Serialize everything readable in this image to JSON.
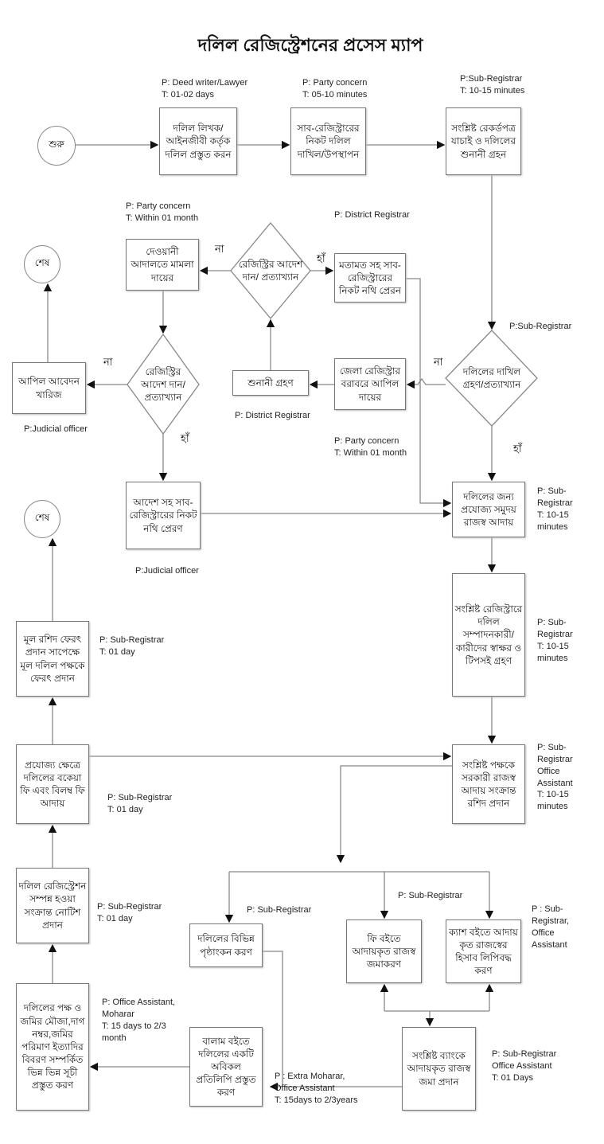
{
  "title": "দলিল রেজিস্ট্রেশনের প্রসেস ম্যাপ",
  "start": "শুরু",
  "end_1": "শেষ",
  "end_2": "শেষ",
  "yes": "হাঁ",
  "no": "না",
  "steps": {
    "prepare": {
      "text": "দলিল লিখক/ আইনজীবী কর্তৃক দলিল প্রস্তুত করন",
      "label": "P: Deed writer/Lawyer\nT: 01-02 days"
    },
    "submit": {
      "text": "সাব-রেজিস্ট্রারের নিকট দলিল দাখিল/উপস্থাপন",
      "label": "P: Party concern\nT: 05-10 minutes"
    },
    "verify": {
      "text": "সংশ্লিষ্ট রেকর্ডপত্র যাচাই ও দলিলের শুনানী গ্রহন",
      "label": "P:Sub-Registrar\nT: 10-15 minutes"
    },
    "accept_decision": {
      "text": "দলিলের দাখিল গ্রহণ/প্রত্যাখ্যান",
      "label": "P:Sub-Registrar"
    },
    "district_appeal": {
      "text": "জেলা রেজিস্ট্রার বরাবরে আপিল দায়ের",
      "label": "P: Party concern\nT: Within 01 month"
    },
    "hearing": {
      "text": "শুনানী গ্রহণ",
      "label": "P: District Registrar"
    },
    "registry_decision_1": {
      "text": "রেজিস্ট্রির আদেশ দান/ প্রত্যাখ্যান"
    },
    "send_file_opinion": {
      "text": "মতামত সহ সাব-রেজিস্ট্রারের নিকট নথি প্রেরন",
      "label": "P: District Registrar"
    },
    "civil_case": {
      "text": "দেওয়ানী আদালতে মামলা দায়ের",
      "label": "P: Party concern\nT: Within 01 month"
    },
    "registry_decision_2": {
      "text": "রেজিস্ট্রির আদেশ দান/ প্রত্যাখ্যান"
    },
    "appeal_rejected": {
      "text": "আপিল আবেদন খারিজ",
      "label": "P:Judicial officer"
    },
    "send_file_order": {
      "text": "আদেশ সহ সাব-রেজিস্ট্রারের নিকট নথি প্রেরণ",
      "label": "P:Judicial officer"
    },
    "collect_revenue": {
      "text": "দলিলের জন্য প্রযোজ্য সমুদয় রাজস্ব আদায়",
      "label": "P: Sub-\nRegistrar\nT: 10-15\nminutes"
    },
    "signature": {
      "text": "সংশ্লিষ্ট রেজিস্ট্রারে দলিল সম্পাদনকারী/ কারীদের স্বাক্ষর ও টিপসই গ্রহণ",
      "label": "P: Sub-\nRegistrar\nT: 10-15\nminutes"
    },
    "receipt": {
      "text": "সংশ্লিষ্ট পক্ষকে সরকারী রাজস্ব আদায় সংক্রান্ত রশিদ প্রদান",
      "label": "P: Sub-\nRegistrar\nOffice\nAssistant\nT: 10-15\nminutes"
    },
    "endorsement": {
      "text": "দলিলের বিভিন্ন পৃষ্ঠাংকন করণ",
      "label": "P: Sub-Registrar"
    },
    "fee_book": {
      "text": "ফি বইতে আদায়কৃত রাজস্ব জমাকরণ",
      "label": "P: Sub-Registrar"
    },
    "cash_book": {
      "text": "ক্যাশ বইতে আদায় কৃত রাজস্বের হিসাব লিপিবদ্ধ করণ",
      "label": "P : Sub-\nRegistrar,\nOffice\nAssistant"
    },
    "bank_deposit": {
      "text": "সংশ্লিষ্ট ব্যাংকে আদায়কৃত রাজস্ব জমা প্রদান",
      "label": "P: Sub-Registrar\nOffice Assistant\nT: 01 Days"
    },
    "volume_copy": {
      "text": "বালাম বইতে দলিলের একটি অবিকল প্রতিলিপি প্রস্তুত করণ",
      "label": "P : Extra Moharar,\nOffice Assistant\nT: 15days to 2/3years"
    },
    "index": {
      "text": "দলিলের পক্ষ ও জমির মৌজা,দাগ নম্বর,জমির পরিমাণ ইত্যাদির বিবরণ সম্পর্কিত ভিন্ন ভিন্ন সূচী প্রস্তুত করণ",
      "label": "P: Office Assistant,\nMoharar\nT: 15 days to 2/3\nmonth"
    },
    "notice": {
      "text": "দলিল রেজিস্ট্রেশন সম্পন্ন হওয়া সংক্রান্ত নোটিশ প্রদান",
      "label": "P: Sub-Registrar\nT: 01 day"
    },
    "late_fee": {
      "text": "প্রযোজ্য ক্ষেত্রে দলিলের বকেয়া ফি এবং বিলম্ব ফি আদায়",
      "label": "P: Sub-Registrar\nT: 01 day"
    },
    "return_deed": {
      "text": "মূল রশিদ ফেরৎ প্রদান সাপেক্ষে মূল দলিল পক্ষকে ফেরৎ প্রদান",
      "label": "P: Sub-Registrar\nT: 01 day"
    }
  }
}
